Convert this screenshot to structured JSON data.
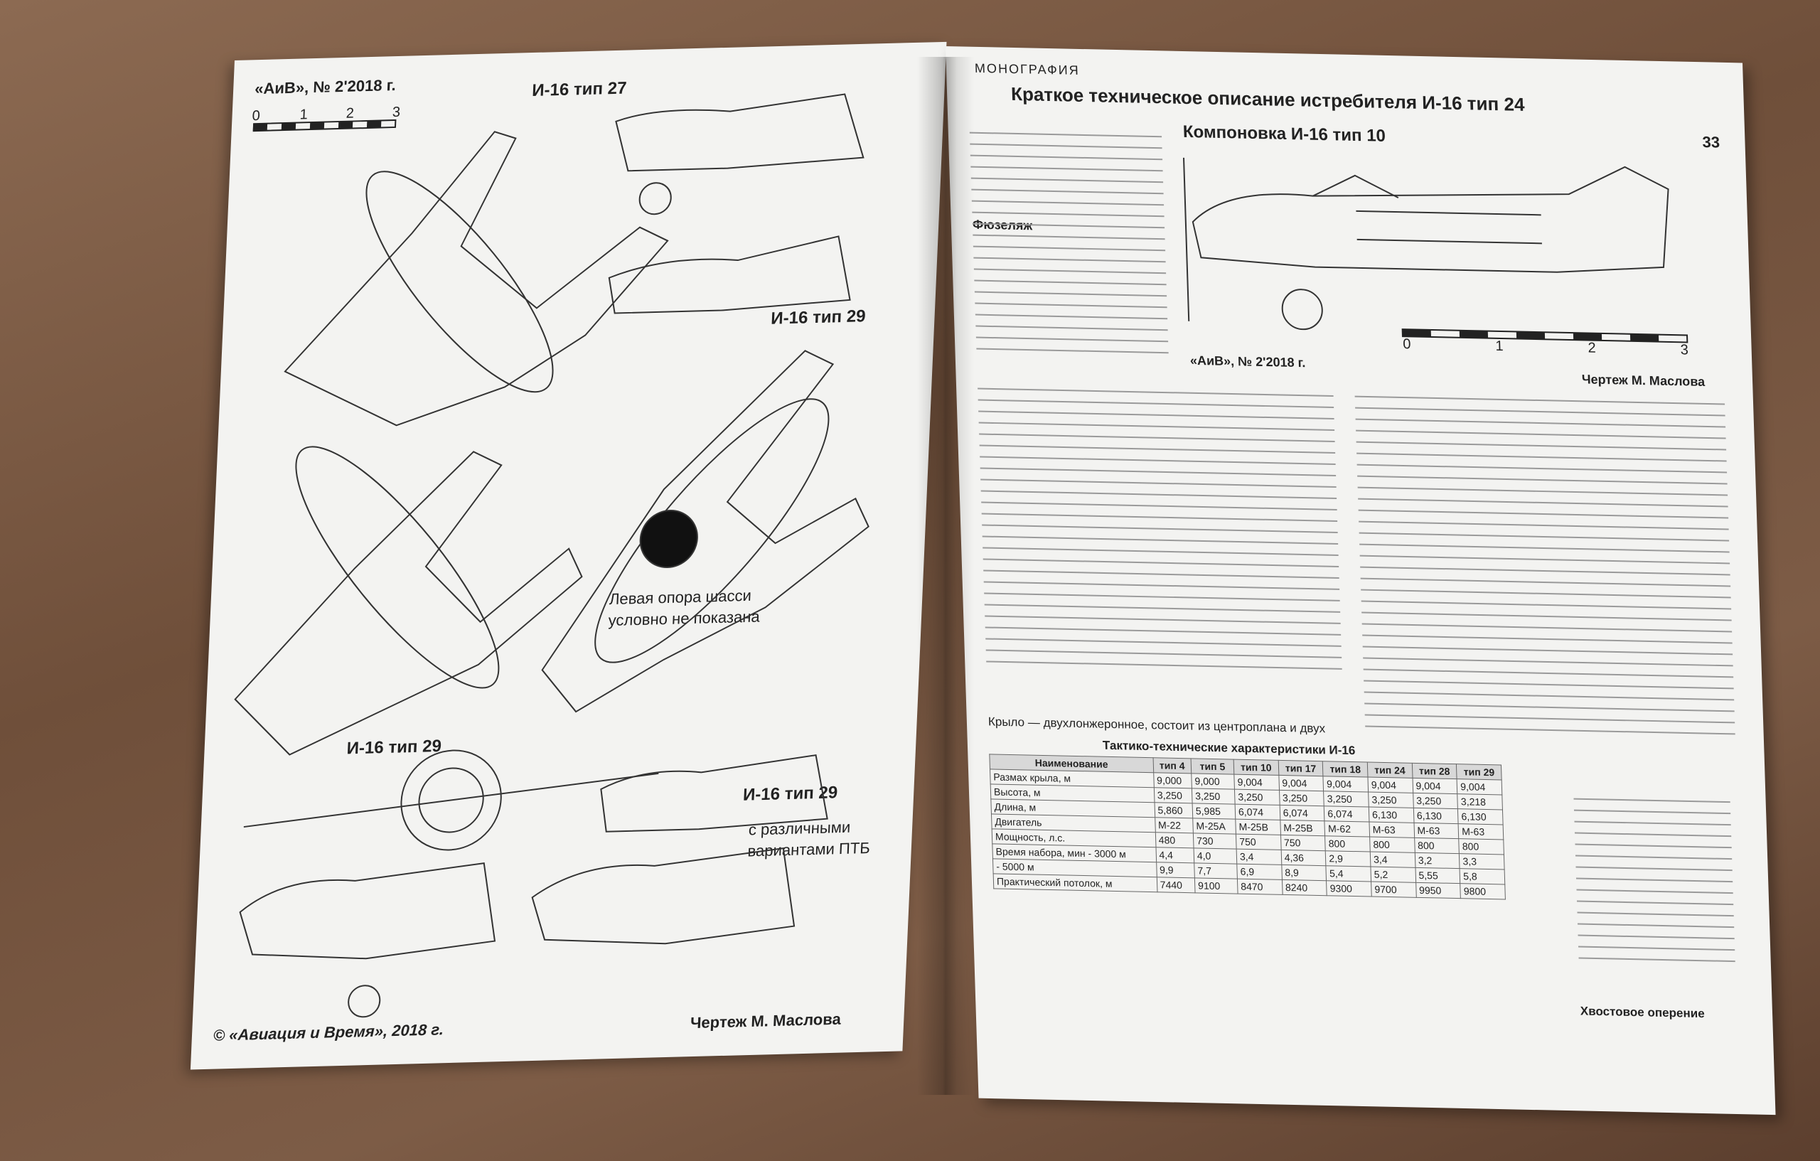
{
  "left_page": {
    "issue_label": "«АиВ», № 2'2018 г.",
    "scale_ticks": [
      "0",
      "1",
      "2",
      "3"
    ],
    "labels": {
      "type27": "И-16 тип 27",
      "type29_top": "И-16 тип 29",
      "type29_mid": "И-16 тип 29",
      "type29_bottom": "И-16 тип 29",
      "gear_note_1": "Левая опора шасси",
      "gear_note_2": "условно не показана",
      "ptb_note_1": "с различными",
      "ptb_note_2": "вариантами ПТБ"
    },
    "copyright": "© «Авиация и Время», 2018 г.",
    "author": "Чертеж М. Маслова"
  },
  "right_page": {
    "section_tag": "МОНОГРАФИЯ",
    "title": "Краткое техническое описание истребителя И-16 тип 24",
    "page_number": "33",
    "figure_title": "Компоновка И-16 тип 10",
    "figure_issue": "«АиВ», № 2'2018 г.",
    "figure_author": "Чертеж М. Маслова",
    "figure_scale_ticks": [
      "0",
      "1",
      "2",
      "3"
    ],
    "subhead_fuselage": "Фюзеляж",
    "text_wing_start": "Крыло — двухлонжеронное, состоит из центроплана и двух",
    "subhead_tail": "Хвостовое оперение",
    "table": {
      "caption": "Тактико-технические характеристики И-16",
      "headers": [
        "Наименование",
        "тип 4",
        "тип 5",
        "тип 10",
        "тип 17",
        "тип 18",
        "тип 24",
        "тип 28",
        "тип 29"
      ],
      "rows": [
        [
          "Размах крыла, м",
          "9,000",
          "9,000",
          "9,004",
          "9,004",
          "9,004",
          "9,004",
          "9,004",
          "9,004"
        ],
        [
          "Высота, м",
          "3,250",
          "3,250",
          "3,250",
          "3,250",
          "3,250",
          "3,250",
          "3,250",
          "3,218"
        ],
        [
          "Длина, м",
          "5,860",
          "5,985",
          "6,074",
          "6,074",
          "6,074",
          "6,130",
          "6,130",
          "6,130"
        ],
        [
          "Двигатель",
          "M-22",
          "M-25A",
          "M-25B",
          "M-25B",
          "M-62",
          "M-63",
          "M-63",
          "M-63"
        ],
        [
          "Мощность, л.с.",
          "480",
          "730",
          "750",
          "750",
          "800",
          "800",
          "800",
          "800"
        ],
        [
          "Время набора, мин - 3000 м",
          "4,4",
          "4,0",
          "3,4",
          "4,36",
          "2,9",
          "3,4",
          "3,2",
          "3,3"
        ],
        [
          "- 5000 м",
          "9,9",
          "7,7",
          "6,9",
          "8,9",
          "5,4",
          "5,2",
          "5,55",
          "5,8"
        ],
        [
          "Практический потолок, м",
          "7440",
          "9100",
          "8470",
          "8240",
          "9300",
          "9700",
          "9950",
          "9800"
        ]
      ]
    }
  },
  "colors": {
    "paper": "#f3f3f1",
    "ink": "#222222",
    "background_wood": "#7a5a44"
  }
}
